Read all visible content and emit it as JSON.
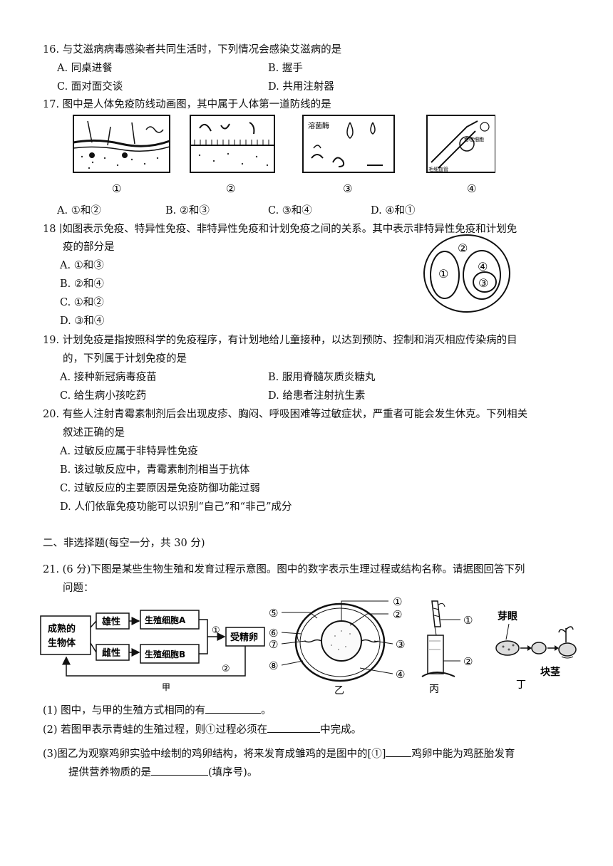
{
  "q16": {
    "stem": "16. 与艾滋病病毒感染者共同生活时，下列情况会感染艾滋病的是",
    "options": [
      "A. 同桌进餐",
      "B. 握手",
      "C. 面对面交谈",
      "D. 共用注射器"
    ]
  },
  "q17": {
    "stem": "17. 图中是人体免疫防线动画图，其中属于人体第一道防线的是",
    "panel_labels": [
      "①",
      "②",
      "③",
      "④"
    ],
    "panel3_text": "溶菌酶",
    "panel4_texts": [
      "吞噬细胞",
      "毛细血管"
    ],
    "options": [
      "A. ①和②",
      "B. ②和③",
      "C. ③和④",
      "D. ④和①"
    ]
  },
  "q18": {
    "stem_line1": "18 ∣如图表示免疫、特异性免疫、非特异性免疫和计划免疫之间的关系。其中表示非特异性免疫和计划免",
    "stem_line2": "疫的部分是",
    "diagram_labels": [
      "①",
      "②",
      "③",
      "④"
    ],
    "options": [
      "A. ①和③",
      "B. ②和④",
      "C. ①和②",
      "D. ③和④"
    ]
  },
  "q19": {
    "stem_line1": "19. 计划免疫是指按照科学的免疫程序，有计划地给儿童接种，以达到预防、控制和消灭相应传染病的目",
    "stem_line2": "的，下列属于计划免疫的是",
    "options": [
      "A. 接种新冠病毒疫苗",
      "B. 服用脊髓灰质炎糖丸",
      "C. 给生病小孩吃药",
      "D. 给患者注射抗生素"
    ]
  },
  "q20": {
    "stem_line1": "20. 有些人注射青霉素制剂后会出现皮疹、胸闷、呼吸困难等过敏症状，严重者可能会发生休克。下列相关",
    "stem_line2": "叙述正确的是",
    "options": [
      "A. 过敏反应属于非特异性免疫",
      "B. 该过敏反应中，青霉素制剂相当于抗体",
      "C. 过敏反应的主要原因是免疫防御功能过弱",
      "D. 人们依靠免疫功能可以识别“自己”和“非己”成分"
    ]
  },
  "section2": {
    "title": "二、非选择题(每空一分，共 30 分)"
  },
  "q21": {
    "stem_line1": "21. (6 分)下图是某些生物生殖和发育过程示意图。图中的数字表示生理过程或结构名称。请据图回答下列",
    "stem_line2": "问题：",
    "jia": {
      "organism": [
        "成熟的",
        "生物体"
      ],
      "male": "雄性",
      "female": "雌性",
      "cell_a": "生殖细胞A",
      "cell_b": "生殖细胞B",
      "zygote": "受精卵",
      "n1": "①",
      "n2": "②",
      "caption": "甲"
    },
    "yi": {
      "caption": "乙",
      "labels": [
        "①",
        "②",
        "③",
        "④",
        "⑤",
        "⑥",
        "⑦",
        "⑧"
      ]
    },
    "bing": {
      "caption": "丙",
      "labels": [
        "①",
        "②"
      ]
    },
    "ding": {
      "caption": "丁",
      "bud": "芽眼",
      "tuber": "块茎"
    },
    "sub1_pre": "(1) 图中，与甲的生殖方式相同的有",
    "sub1_post": "。",
    "sub2_pre": "(2) 若图甲表示青蛙的生殖过程，则①过程必须在",
    "sub2_post": "中完成。",
    "sub3_pre": "(3)图乙为观察鸡卵实验中绘制的鸡卵结构，将来发育成雏鸡的是图中的[①]",
    "sub3_mid": "鸡卵中能为鸡胚胎发育",
    "sub3_line2_pre": "提供营养物质的是",
    "sub3_line2_post": "(填序号)。"
  }
}
